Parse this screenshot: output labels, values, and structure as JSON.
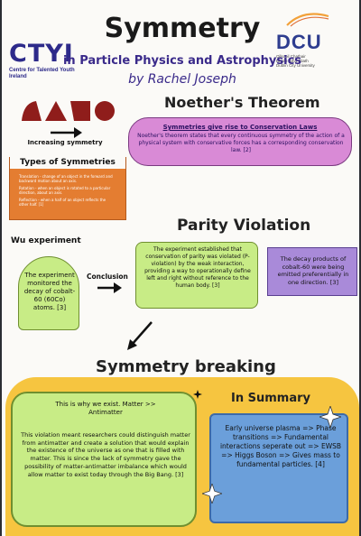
{
  "header": {
    "title": "Symmetry",
    "subtitle": "in Particle Physics and Astrophysics",
    "author": "by Rachel Joseph"
  },
  "logos": {
    "cty_mark": "CTYI",
    "cty_name": "Centre for Talented Youth Ireland",
    "dcu_mark": "DCU",
    "dcu_irish_1": "Ollscoil Chathair",
    "dcu_irish_2": "Bhaile Átha Cliath",
    "dcu_english": "Dublin City University"
  },
  "shapes": {
    "arrow_label": "Increasing symmetry"
  },
  "types": {
    "title": "Types of Symmetries",
    "items": [
      "Translation - change of an object in the forward and backward motion about an axis.",
      "Rotation - when an object is rotated to a particular direction, about an axis.",
      "Reflection - when a half of an object reflects the other half. [1]"
    ]
  },
  "noether": {
    "heading": "Noether's Theorem",
    "box_title": "Symmetries give rise to Conservation Laws",
    "box_text": "Noether's theorem states that every continuous symmetry of the action of a physical system with conservative forces has a corresponding conservation law.  [2]"
  },
  "parity": {
    "heading": "Parity Violation",
    "wu_label": "Wu experiment",
    "wu_text": "The experiment monitored the decay of cobalt-60 (60Co) atoms. [3]",
    "conclusion_label": "Conclusion",
    "conclusion_text": "The experiment established that conservation of parity was violated (P-violation) by the weak interaction, providing a way to operationally define left and right without reference to the human body. [3]",
    "decay_text": "The decay products of cobalt-60 were being emitted preferentially in one direction. [3]"
  },
  "breaking": {
    "heading": "Symmetry breaking",
    "intro": "This is why we exist. Matter >> Antimatter",
    "body": "This violation meant researchers could distinguish matter from antimatter and create a solution that would explain the existence of the universe as one that is filled with matter. This is since the lack of symmetry gave the possibility of matter-antimatter imbalance which would allow matter to exist today through the Big Bang. [3]"
  },
  "summary": {
    "heading": "In Summary",
    "text": "Early universe plasma => Phase transitions => Fundamental interactions seperate out => EWSB => Higgs Boson => Gives mass to fundamental particles. [4]"
  },
  "colors": {
    "purple": "#d98ad6",
    "green": "#c8ec86",
    "lavender": "#a98ad9",
    "orange": "#e47d31",
    "yellow": "#f6c540",
    "blue": "#6b9fda",
    "maroon": "#8f1d1b"
  }
}
